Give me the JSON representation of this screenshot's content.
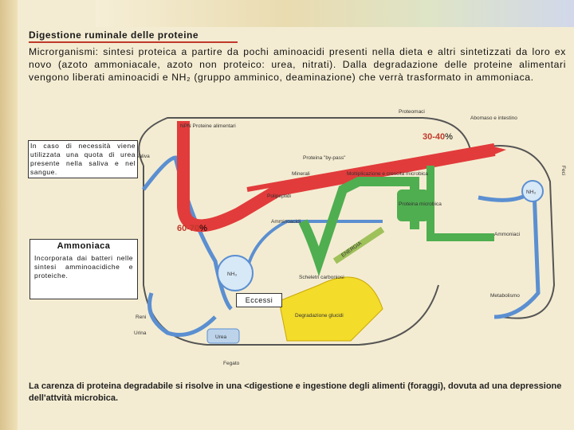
{
  "title": "Digestione ruminale delle proteine",
  "intro": "Microrganismi: sintesi proteica a partire da pochi aminoacidi presenti nella dieta e altri sintetizzati da loro ex novo (azoto ammoniacale, azoto non proteico: urea, nitrati). Dalla degradazione delle proteine alimentari vengono liberati aminoacidi e NH₂ (gruppo amminico, deaminazione) che verrà trasformato in ammoniaca.",
  "callouts": {
    "pct_30_40": "30-40",
    "pct_60_70": "60-70",
    "percent": "%",
    "urea_note": "In caso di necessità viene utilizzata una quota di urea presente nella saliva e nel sangue.",
    "ammonia_title": "Ammoniaca",
    "ammonia_text": "Incorporata dai batteri nelle sintesi amminoacidiche e proteiche.",
    "excess": "Eccessi"
  },
  "diagram": {
    "proteomics": "Proteomaci",
    "abomasum": "Abomaso e intestino",
    "npn": "NPN Proteine alimentari",
    "saliva": "Saliva",
    "bypass": "Proteina \"by-pass\"",
    "minerali": "Minerali",
    "moltiplicazione": "Moltiplicazione e crescita microbica",
    "polipeptidi": "Polipeptidi",
    "aminoacidi": "Amminoacidi",
    "proteina_microbica": "Proteina microbica",
    "nh3_right": "NH₃",
    "ammoniaci": "Ammoniaci",
    "energia": "ENERGIA",
    "nh3_center": "NH₃",
    "scheletri": "Scheletri carboniosi",
    "degradazione": "Degradazione glucidi",
    "metabolismo": "Metabolismo",
    "reni": "Reni",
    "urina": "Urina",
    "urea": "Urea",
    "fegato": "Fegato",
    "feci": "Feci"
  },
  "footer": "La carenza di proteina degradabile si risolve in una <digestione e ingestione degli alimenti (foraggi), dovuta ad una depressione dell'attvità microbica."
}
